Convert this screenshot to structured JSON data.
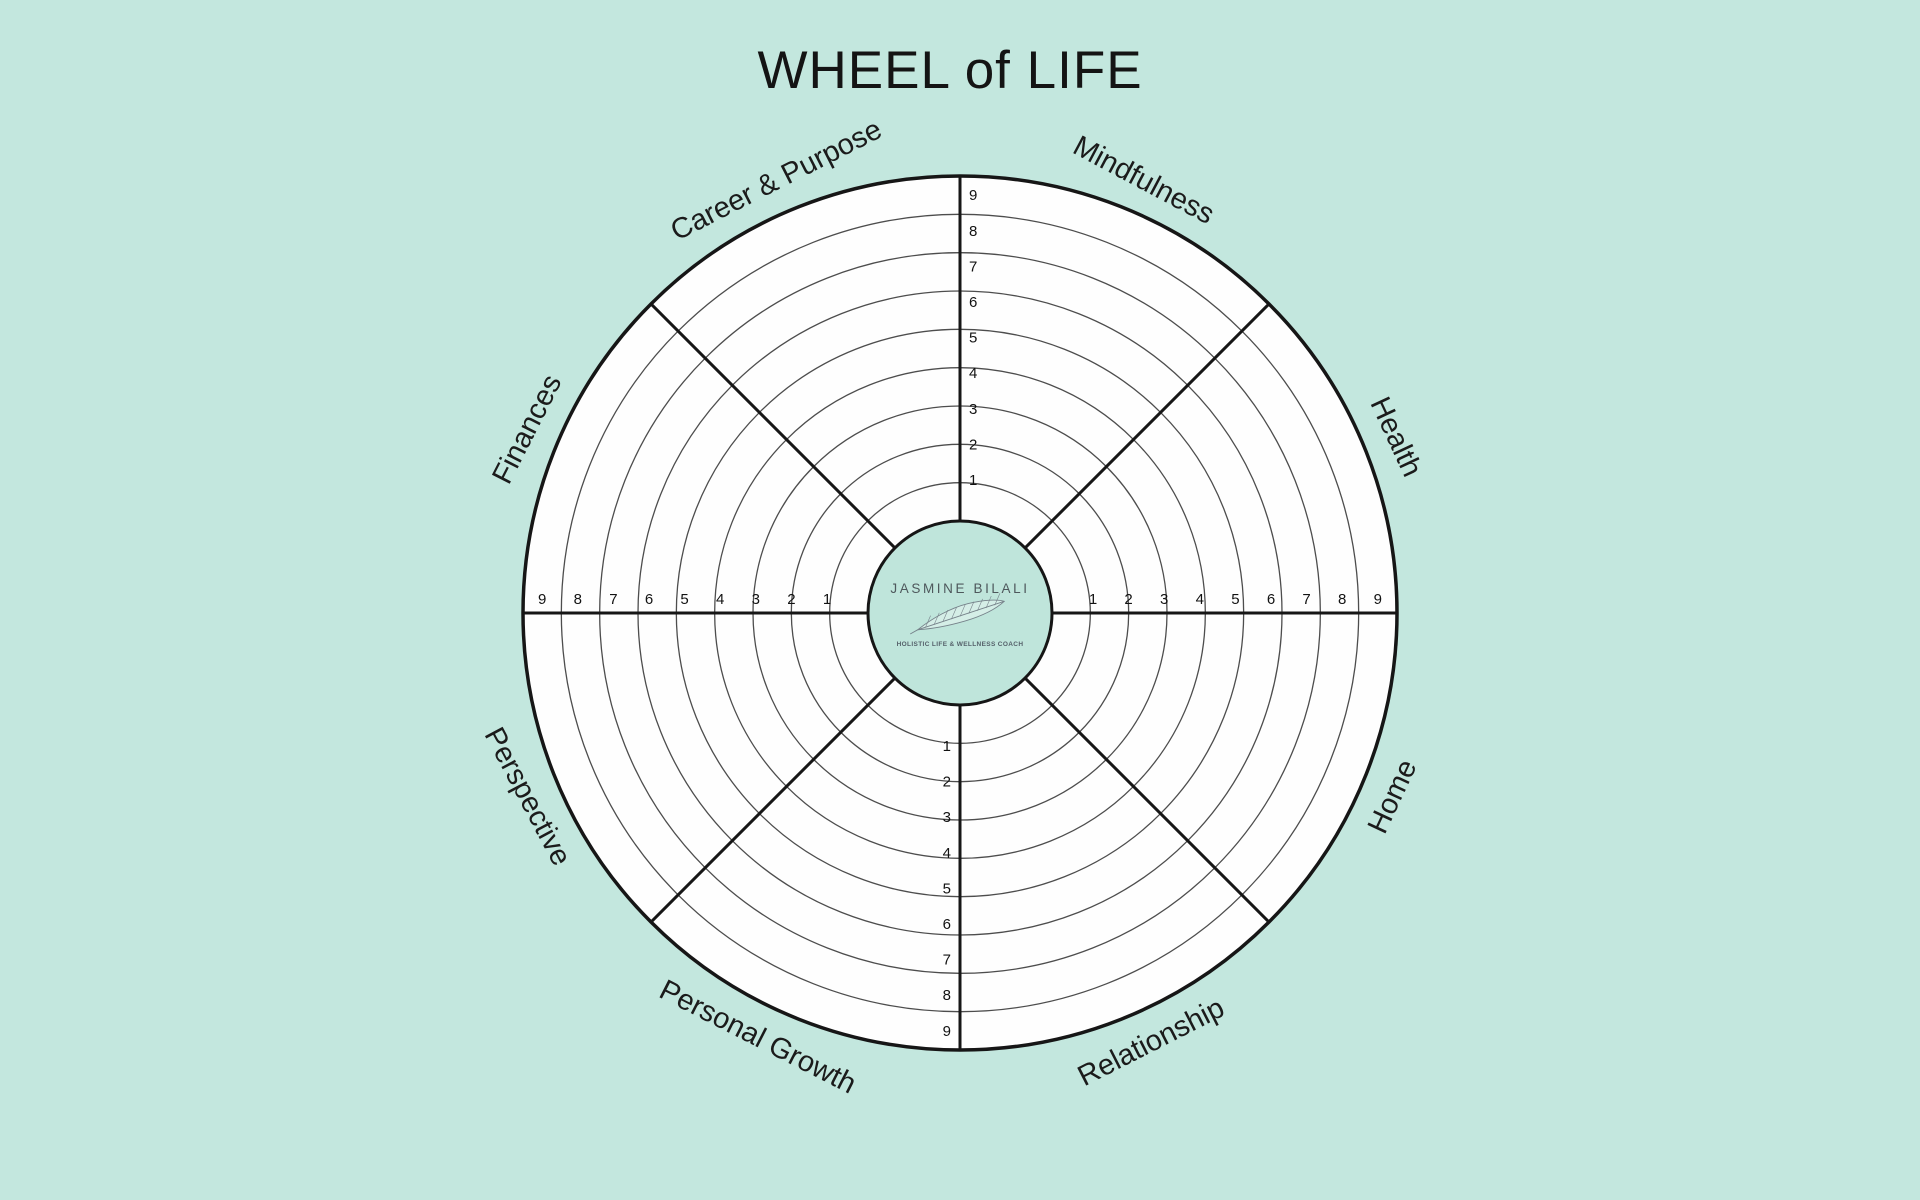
{
  "title": "WHEEL of LIFE",
  "colors": {
    "background": "#c3e7de",
    "wheel_fill": "#fefefe",
    "center_fill": "#bfe5db",
    "line_strong": "#161616",
    "line_thin": "#4d4d4d",
    "label_text": "#1b1b1b",
    "logo_text": "#4e585c",
    "feather": "#76828a"
  },
  "center_logo": {
    "name": "JASMINE BILALI",
    "tagline": "HOLISTIC LIFE & WELLNESS COACH",
    "icon": "feather-icon"
  },
  "scale": {
    "min": 1,
    "max": 9,
    "numbers": [
      1,
      2,
      3,
      4,
      5,
      6,
      7,
      8,
      9
    ],
    "axes": [
      {
        "id": "top",
        "direction": "inner-to-outer upward",
        "numbers_side": "right of line"
      },
      {
        "id": "bottom",
        "direction": "inner-to-outer downward",
        "numbers_side": "left of line"
      },
      {
        "id": "left",
        "direction": "inner-to-outer leftward",
        "numbers_side": "above line"
      },
      {
        "id": "right",
        "direction": "inner-to-outer rightward",
        "numbers_side": "above line"
      }
    ]
  },
  "categories": [
    {
      "label": "Mindfulness",
      "slug": "mindfulness",
      "angle_from_top": 23,
      "rotation": 28
    },
    {
      "label": "Health",
      "slug": "health",
      "angle_from_top": 68,
      "rotation": 65
    },
    {
      "label": "Home",
      "slug": "home",
      "angle_from_top": 113,
      "rotation": -65
    },
    {
      "label": "Relationship",
      "slug": "relationship",
      "angle_from_top": 156,
      "rotation": -27
    },
    {
      "label": "Personal Growth",
      "slug": "personal-growth",
      "angle_from_top": 205.5,
      "rotation": 27
    },
    {
      "label": "Perspective",
      "slug": "perspective",
      "angle_from_top": 247,
      "rotation": 62
    },
    {
      "label": "Finances",
      "slug": "finances",
      "angle_from_top": 293,
      "rotation": -63
    },
    {
      "label": "Career & Purpose",
      "slug": "career-purpose",
      "angle_from_top": 337,
      "rotation": -27
    }
  ]
}
